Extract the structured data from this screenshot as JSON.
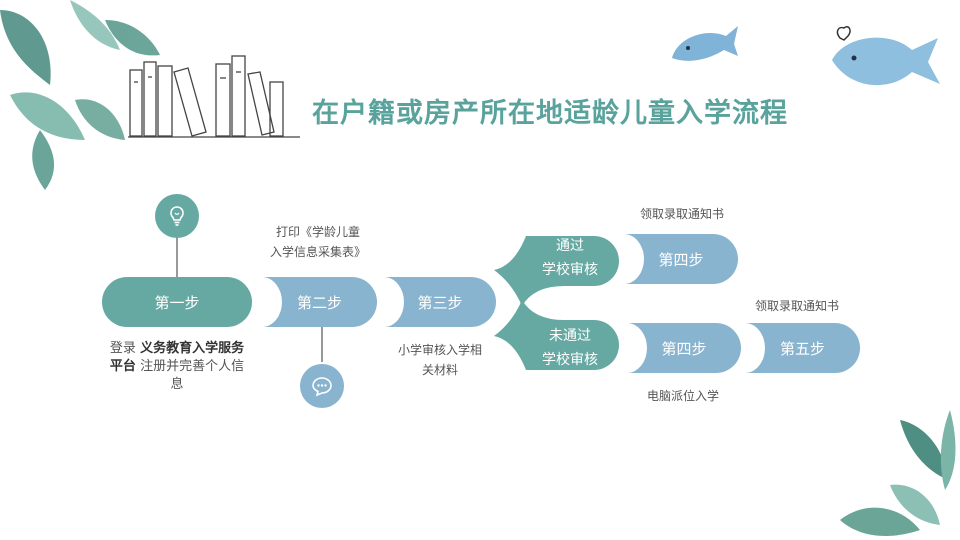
{
  "title": "在户籍或房产所在地适龄儿童入学流程",
  "steps": {
    "step1": "第一步",
    "step2": "第二步",
    "step3": "第三步",
    "pass": [
      "通过",
      "学校审核"
    ],
    "fail": [
      "未通过",
      "学校审核"
    ],
    "step4a": "第四步",
    "step4b": "第四步",
    "step5": "第五步"
  },
  "notes": {
    "step1_pre": "登录",
    "step1_bold": "义务教育入学服务平台",
    "step1_post": "注册并完善个人信息",
    "step2": [
      "打印《学龄儿童",
      "入学信息采集表》"
    ],
    "step3": [
      "小学审核入学相",
      "关材料"
    ],
    "notice_top": "领取录取通知书",
    "notice_right": "领取录取通知书",
    "computer": "电脑派位入学"
  },
  "colors": {
    "green": "#66a9a2",
    "blue": "#89b4cf",
    "title": "#5aa39d"
  },
  "icons": [
    "lightbulb-icon",
    "chat-bubble-icon",
    "books-illustration",
    "leaf-decoration",
    "fish-illustration"
  ]
}
